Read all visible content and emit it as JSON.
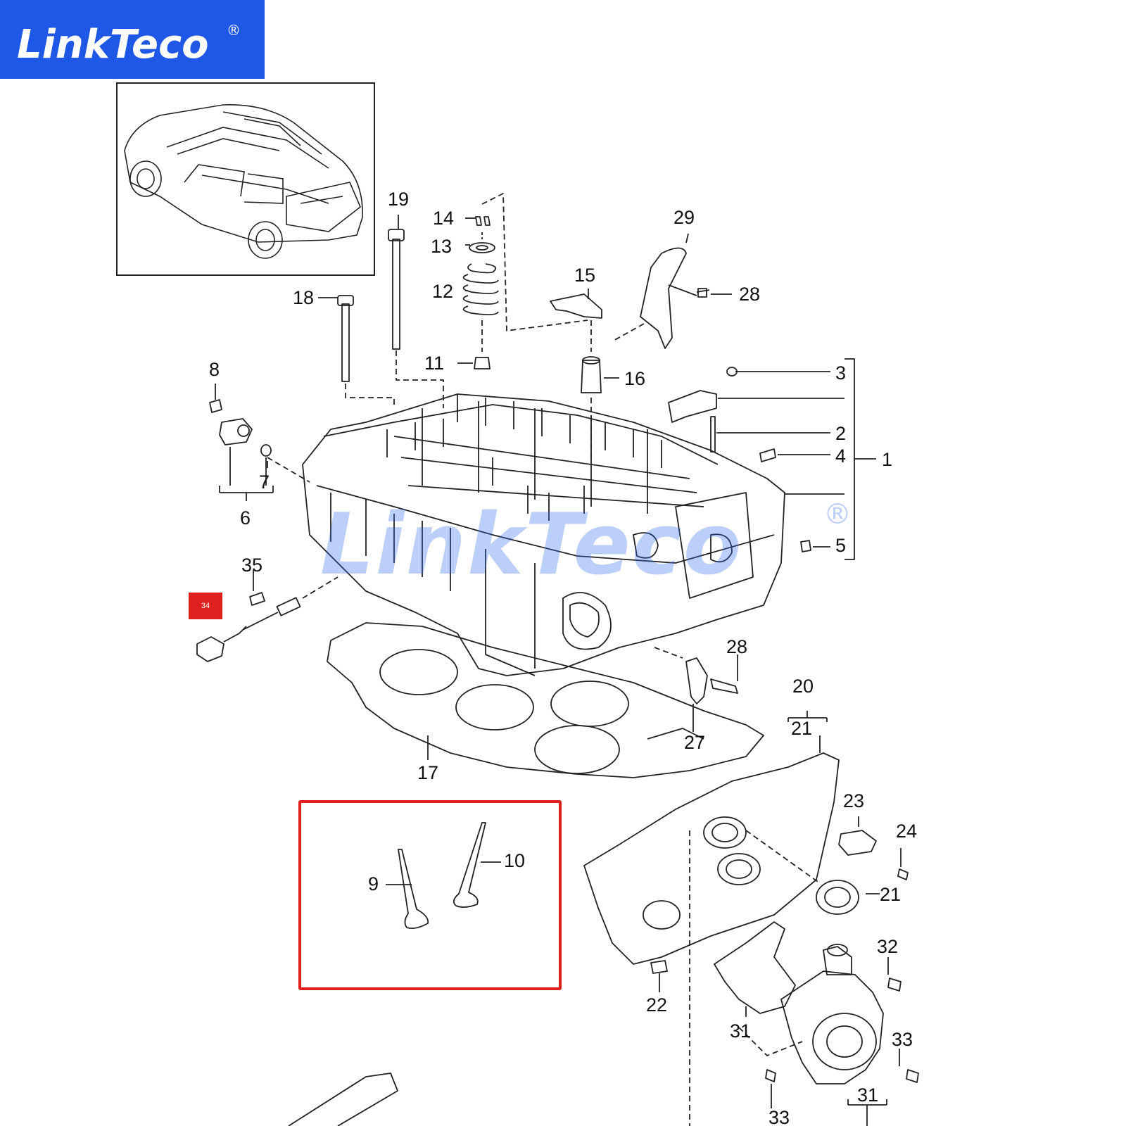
{
  "brand": {
    "logo_text": "LinkTeco",
    "registered_mark": "®",
    "banner_color": "#1f57e6"
  },
  "watermark": {
    "text": "LinkTeco",
    "registered_mark": "®"
  },
  "red_tag_label": "34",
  "accent_red": "#e0201e",
  "callouts": {
    "c1": "1",
    "c2": "2",
    "c3": "3",
    "c4": "4",
    "c5": "5",
    "c6": "6",
    "c7": "7",
    "c8": "8",
    "c9": "9",
    "c10": "10",
    "c11": "11",
    "c12": "12",
    "c13": "13",
    "c14": "14",
    "c15": "15",
    "c16": "16",
    "c17": "17",
    "c18": "18",
    "c19": "19",
    "c20": "20",
    "c21a": "21",
    "c21b": "21",
    "c22": "22",
    "c23": "23",
    "c24": "24",
    "c27": "27",
    "c28a": "28",
    "c28b": "28",
    "c29": "29",
    "c31a": "31",
    "c31b": "31",
    "c32": "32",
    "c33a": "33",
    "c33b": "33",
    "c35": "35"
  }
}
